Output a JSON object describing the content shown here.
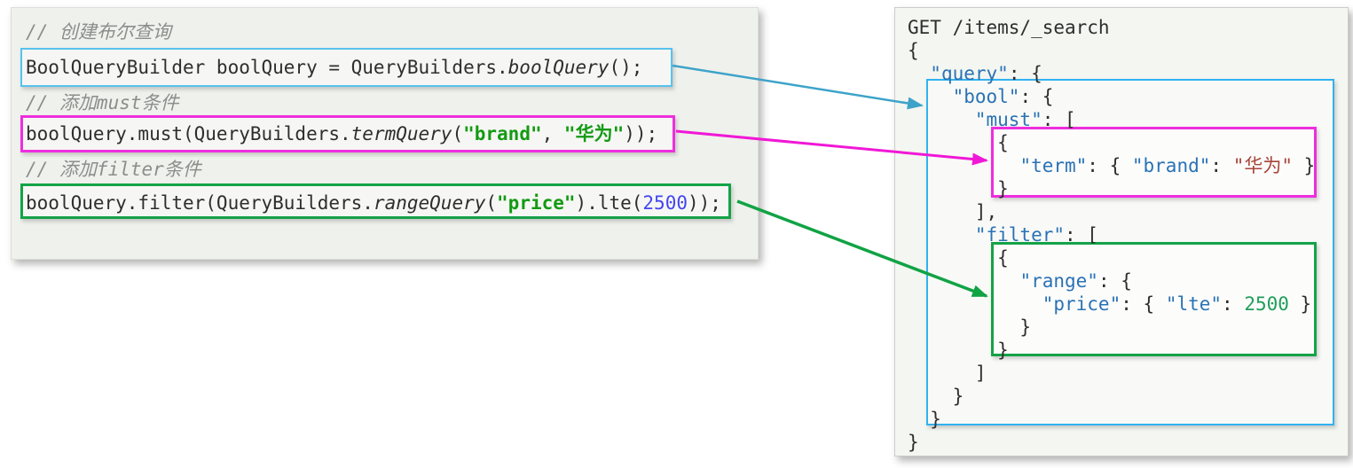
{
  "palette": {
    "panel-bg-left": "#eff1ec",
    "panel-bg-right": "#f4f6f1",
    "code-plain": "#2e2e2e",
    "code-comment": "#8d8d8d",
    "java-string": "#149a14",
    "java-number": "#4545ef",
    "json-key": "#2a72b5",
    "json-str": "#a8453a",
    "json-num": "#1f9e5a",
    "box-blue-left": "#57c2ee",
    "box-blue-right": "#30b2f2",
    "box-magenta": "#ee2ede",
    "box-green": "#14a348",
    "arrow-blue": "#3da3c9",
    "arrow-magenta": "#f018d6",
    "arrow-green": "#10a344"
  },
  "left_panel": {
    "comments": [
      "// 创建布尔查询",
      "// 添加must条件",
      "// 添加filter条件"
    ],
    "code_lines": [
      [
        {
          "c": "p",
          "t": "BoolQueryBuilder boolQuery = QueryBuilders."
        },
        {
          "c": "m",
          "t": "boolQuery"
        },
        {
          "c": "p",
          "t": "();"
        }
      ],
      [
        {
          "c": "p",
          "t": "boolQuery.must(QueryBuilders."
        },
        {
          "c": "m",
          "t": "termQuery"
        },
        {
          "c": "p",
          "t": "("
        },
        {
          "c": "s",
          "t": "\"brand\""
        },
        {
          "c": "p",
          "t": ", "
        },
        {
          "c": "s",
          "t": "\"华为\""
        },
        {
          "c": "p",
          "t": "));"
        }
      ],
      [
        {
          "c": "p",
          "t": "boolQuery.filter(QueryBuilders."
        },
        {
          "c": "m",
          "t": "rangeQuery"
        },
        {
          "c": "p",
          "t": "("
        },
        {
          "c": "s",
          "t": "\"price\""
        },
        {
          "c": "p",
          "t": ").lte("
        },
        {
          "c": "n",
          "t": "2500"
        },
        {
          "c": "p",
          "t": "));"
        }
      ]
    ]
  },
  "right_panel": {
    "request_line": "GET /items/_search",
    "lines": [
      [
        {
          "c": "p",
          "t": "GET /items/_search"
        }
      ],
      [
        {
          "c": "p",
          "t": "{"
        }
      ],
      [
        {
          "c": "p",
          "t": "  "
        },
        {
          "c": "k",
          "t": "\"query\""
        },
        {
          "c": "p",
          "t": ": {"
        }
      ],
      [
        {
          "c": "p",
          "t": "    "
        },
        {
          "c": "k",
          "t": "\"bool\""
        },
        {
          "c": "p",
          "t": ": {"
        }
      ],
      [
        {
          "c": "p",
          "t": "      "
        },
        {
          "c": "k",
          "t": "\"must\""
        },
        {
          "c": "p",
          "t": ": ["
        }
      ],
      [
        {
          "c": "p",
          "t": "        {"
        }
      ],
      [
        {
          "c": "p",
          "t": "          "
        },
        {
          "c": "k",
          "t": "\"term\""
        },
        {
          "c": "p",
          "t": ": { "
        },
        {
          "c": "k",
          "t": "\"brand\""
        },
        {
          "c": "p",
          "t": ": "
        },
        {
          "c": "str",
          "t": "\"华为\""
        },
        {
          "c": "p",
          "t": " }"
        }
      ],
      [
        {
          "c": "p",
          "t": "        }"
        }
      ],
      [
        {
          "c": "p",
          "t": "      ],"
        }
      ],
      [
        {
          "c": "p",
          "t": "      "
        },
        {
          "c": "k",
          "t": "\"filter\""
        },
        {
          "c": "p",
          "t": ": ["
        }
      ],
      [
        {
          "c": "p",
          "t": "        {"
        }
      ],
      [
        {
          "c": "p",
          "t": "          "
        },
        {
          "c": "k",
          "t": "\"range\""
        },
        {
          "c": "p",
          "t": ": {"
        }
      ],
      [
        {
          "c": "p",
          "t": "            "
        },
        {
          "c": "k",
          "t": "\"price\""
        },
        {
          "c": "p",
          "t": ": { "
        },
        {
          "c": "k",
          "t": "\"lte\""
        },
        {
          "c": "p",
          "t": ": "
        },
        {
          "c": "num",
          "t": "2500"
        },
        {
          "c": "p",
          "t": " }"
        }
      ],
      [
        {
          "c": "p",
          "t": "          }"
        }
      ],
      [
        {
          "c": "p",
          "t": "        }"
        }
      ],
      [
        {
          "c": "p",
          "t": "      ]"
        }
      ],
      [
        {
          "c": "p",
          "t": "    }"
        }
      ],
      [
        {
          "c": "p",
          "t": "  }"
        }
      ],
      [
        {
          "c": "p",
          "t": "}"
        }
      ]
    ]
  }
}
